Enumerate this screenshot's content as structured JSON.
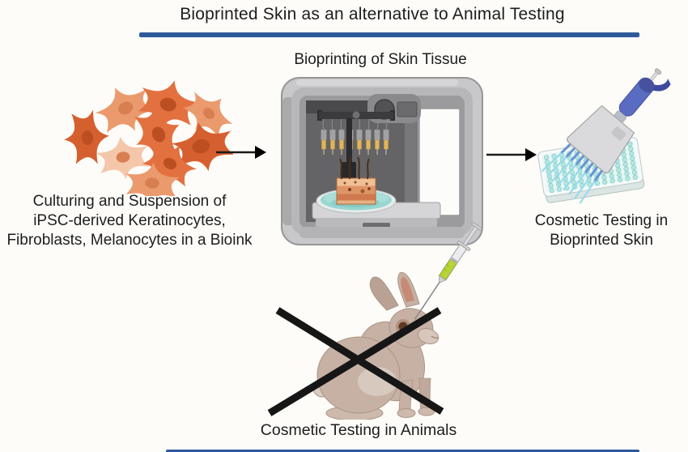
{
  "title": "Bioprinted Skin as an alternative to Animal Testing",
  "captions": {
    "bioprinting": "Bioprinting of Skin Tissue",
    "culturing": "Culturing and Suspension of\niPSC-derived Keratinocytes,\nFibroblasts, Melanocytes in a Bioink",
    "cosmetic_bioprinted": "Cosmetic Testing in\nBioprinted Skin",
    "cosmetic_animals": "Cosmetic Testing in Animals"
  },
  "colors": {
    "accent_blue": "#2e5a9b",
    "background": "#fdfcf8",
    "text": "#1d1d1d",
    "arrow_black": "#1a1a1a",
    "cross_black": "#161616",
    "cell_orange": "#e2713f",
    "cell_salmon": "#eb9a6e",
    "cell_pale": "#f4c6aa",
    "cell_deep": "#d65f2f",
    "cell_nucleus": "#bc4f22",
    "cell_nucleus_light": "#d87f52",
    "printer_shell": "#c8c8ca",
    "printer_chamber": "#646466",
    "cartridge_yellow": "#e2b55c",
    "petri_teal": "#98d6d1",
    "skin_tan": "#d98f5f",
    "pipette_blue": "#5a6cc2",
    "pipette_tip_cyan": "#97dbeb",
    "well_cyan": "#b7e7e3",
    "syringe_green": "#b6d433",
    "rabbit_fur": "#c7b1a5",
    "rabbit_inner_ear": "#c78a76"
  }
}
